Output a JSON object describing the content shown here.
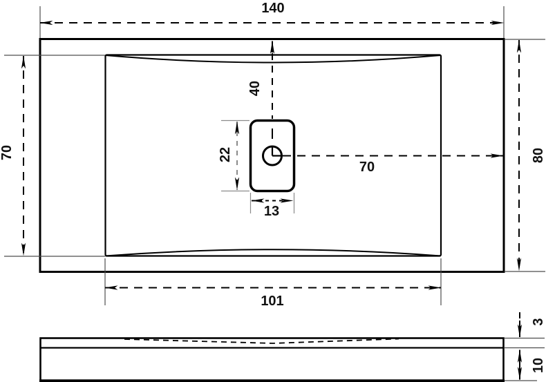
{
  "colors": {
    "line": "#000000",
    "extension_line": "#4d4d4d",
    "detail_extension_line": "#8a8a8a",
    "background": "#ffffff"
  },
  "top_view": {
    "dimensions": {
      "overall_width": "140",
      "overall_height": "80",
      "basin_width": "101",
      "basin_height": "70",
      "drain_center_from_top": "40",
      "drain_center_to_right_edge": "70",
      "drain_width": "13",
      "drain_height": "22"
    }
  },
  "side_view": {
    "dimensions": {
      "rim_thickness": "3",
      "base_height": "10"
    }
  }
}
